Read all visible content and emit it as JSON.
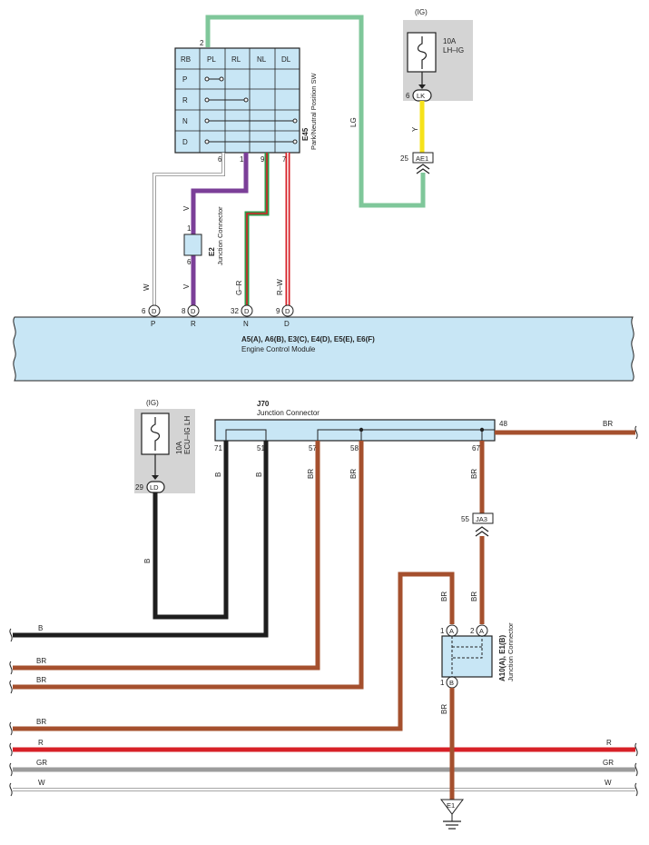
{
  "colors": {
    "LG": "#7fc79a",
    "Y": "#f6e21a",
    "V": "#7b3f98",
    "G": "#2e9a4a",
    "R": "#d72027",
    "W": "#ffffff",
    "B": "#1e1e1e",
    "BR": "#a5502e",
    "GR": "#9c9c9c",
    "body_fill": "#c8e6f5",
    "fuse_fill": "#d4d4d4"
  },
  "fuse_ig1": {
    "source": "(IG)",
    "rating": "10A",
    "name": "LH–IG",
    "pin": "6",
    "connector": "LK"
  },
  "fuse_ig2": {
    "source": "(IG)",
    "rating": "10A",
    "name": "ECU–IG LH",
    "pin": "29",
    "connector": "LD"
  },
  "switch": {
    "code": "E45",
    "name": "Park/Neutral Position SW",
    "top_pin": "2",
    "columns": [
      "RB",
      "PL",
      "RL",
      "NL",
      "DL"
    ],
    "rows": [
      "P",
      "R",
      "N",
      "D"
    ],
    "bottom_pins": [
      "6",
      "1",
      "9",
      "7"
    ]
  },
  "junction_e2": {
    "code": "E2",
    "name": "Junction Connector",
    "pin_top": "1",
    "pin_bottom": "6"
  },
  "connector_ae1": {
    "pin": "25",
    "code": "AE1"
  },
  "wires": {
    "lg": "LG",
    "y": "Y",
    "w": "W",
    "v": "V",
    "v2": "V",
    "gr_mix": "G–R",
    "rw": "R–W"
  },
  "ecm": {
    "title": "A5(A), A6(B), E3(C), E4(D), E5(E), E6(F)",
    "name": "Engine Control Module",
    "pins": [
      {
        "num": "6",
        "conn": "D",
        "sig": "P"
      },
      {
        "num": "8",
        "conn": "D",
        "sig": "R"
      },
      {
        "num": "32",
        "conn": "D",
        "sig": "N"
      },
      {
        "num": "9",
        "conn": "D",
        "sig": "D"
      }
    ]
  },
  "j70": {
    "code": "J70",
    "name": "Junction Connector",
    "pins": [
      "71",
      "51",
      "57",
      "58",
      "67",
      "48"
    ],
    "wire_labels": [
      "B",
      "B",
      "BR",
      "BR",
      "BR",
      "BR"
    ]
  },
  "ja3": {
    "pin": "55",
    "code": "JA3"
  },
  "a10": {
    "code": "A10(A), E1(B)",
    "name": "Junction Connector",
    "pin_a1": "1",
    "conn_a1": "A",
    "pin_a2": "2",
    "conn_a2": "A",
    "pin_b": "1",
    "conn_b": "B"
  },
  "ground": {
    "code": "E1"
  },
  "lower_labels": {
    "b_ig": "B",
    "br_a10_left": "BR",
    "br_a10_right": "BR",
    "br_below": "BR",
    "bus_b": "B",
    "bus_br1": "BR",
    "bus_br2": "BR",
    "bus_br3": "BR",
    "bus_r_left": "R",
    "bus_r_right": "R",
    "bus_gr_left": "GR",
    "bus_gr_right": "GR",
    "bus_w_left": "W",
    "bus_w_right": "W"
  }
}
